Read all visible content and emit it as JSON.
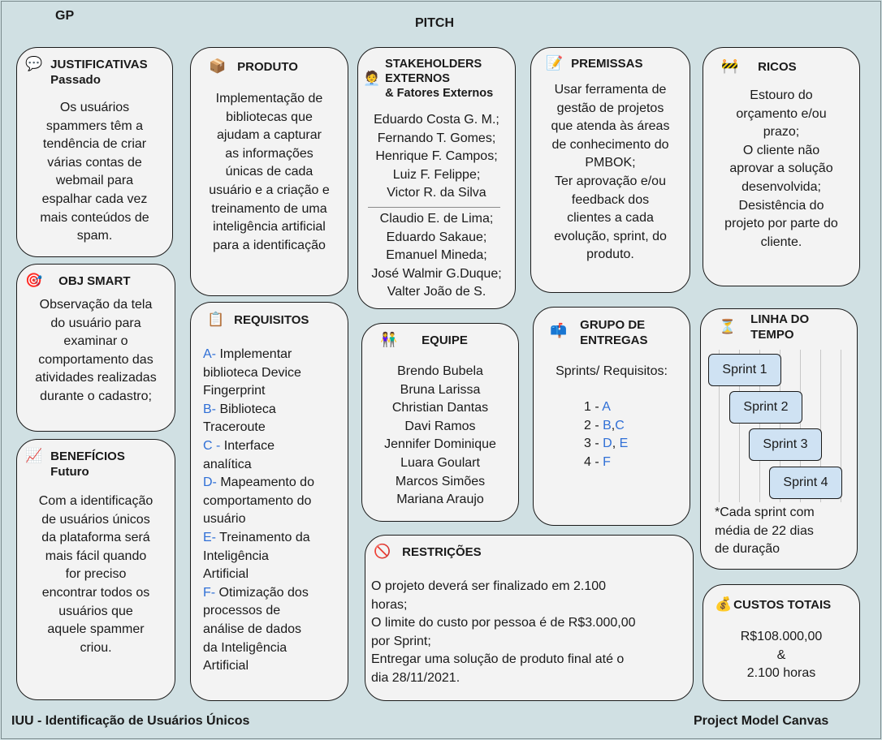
{
  "labels": {
    "corner": "GP",
    "center": "PITCH",
    "footer_left": "IUU - Identificação de Usuários Únicos",
    "footer_right": "Project Model Canvas"
  },
  "justificativas": {
    "icon": "speech-bubble-icon",
    "title": "JUSTIFICATIVAS",
    "subtitle": "Passado",
    "lines": [
      "Os usuários",
      "spammers têm a",
      "tendência de criar",
      "várias contas de",
      "webmail para",
      "espalhar cada vez",
      "mais conteúdos de",
      "spam."
    ]
  },
  "obj_smart": {
    "icon": "target-icon",
    "title": "OBJ SMART",
    "lines": [
      "Observação da tela",
      "do usuário para",
      "examinar o",
      "comportamento das",
      "atividades realizadas",
      "durante o cadastro;"
    ]
  },
  "beneficios": {
    "icon": "chart-icon",
    "title": "BENEFÍCIOS",
    "subtitle": "Futuro",
    "lines": [
      "Com a identificação",
      "de usuários únicos",
      "da plataforma será",
      "mais fácil quando",
      "for preciso",
      "encontrar todos os",
      "usuários que",
      "aquele spammer",
      "criou."
    ]
  },
  "produto": {
    "icon": "package-icon",
    "title": "PRODUTO",
    "lines": [
      "Implementação de",
      "bibliotecas que",
      "ajudam a capturar",
      "as informações",
      "únicas de cada",
      "usuário e a criação e",
      "treinamento de uma",
      "inteligência artificial",
      "para a identificação"
    ]
  },
  "requisitos": {
    "icon": "clipboard-icon",
    "title": "REQUISITOS",
    "items": [
      {
        "key": "A-",
        "lines": [
          " Implementar",
          "biblioteca Device",
          "Fingerprint"
        ]
      },
      {
        "key": "B-",
        "lines": [
          " Biblioteca",
          "Traceroute"
        ]
      },
      {
        "key": "C -",
        "lines": [
          " Interface",
          "analítica"
        ]
      },
      {
        "key": "D-",
        "lines": [
          " Mapeamento do",
          "comportamento do",
          "usuário"
        ]
      },
      {
        "key": "E-",
        "lines": [
          " Treinamento da",
          "Inteligência",
          "Artificial"
        ]
      },
      {
        "key": "F-",
        "lines": [
          " Otimização dos",
          "processos de",
          "análise de dados",
          "da Inteligência",
          "Artificial"
        ]
      }
    ]
  },
  "stakeholders": {
    "icon": "person-icon",
    "title_line1": "STAKEHOLDERS",
    "title_line2": "EXTERNOS",
    "subtitle": "& Fatores Externos",
    "group1": [
      "Eduardo Costa G. M.;",
      "Fernando T. Gomes;",
      "Henrique F. Campos;",
      "Luiz F. Felippe;",
      "Victor R. da Silva"
    ],
    "group2": [
      "Claudio E. de Lima;",
      "Eduardo Sakaue;",
      "Emanuel Mineda;",
      "José Walmir G.Duque;",
      "Valter João de S."
    ]
  },
  "equipe": {
    "icon": "team-icon",
    "title": "EQUIPE",
    "members": [
      "Brendo Bubela",
      "Bruna Larissa",
      "Christian Dantas",
      "Davi Ramos",
      "Jennifer Dominique",
      "Luara Goulart",
      "Marcos Simões",
      "Mariana Araujo"
    ]
  },
  "premissas": {
    "icon": "memo-icon",
    "title": "PREMISSAS",
    "lines": [
      "Usar  ferramenta de",
      "gestão de projetos",
      "que atenda às áreas",
      "de conhecimento do",
      "PMBOK;",
      "Ter aprovação e/ou",
      "feedback dos",
      "clientes a cada",
      "evolução, sprint, do",
      "produto."
    ]
  },
  "grupo_entregas": {
    "icon": "mailbox-icon",
    "title_line1": "GRUPO DE",
    "title_line2": "ENTREGAS",
    "header": "Sprints/ Requisitos:",
    "rows": [
      {
        "num": "1 -  ",
        "reqs": [
          "A"
        ],
        "seps": []
      },
      {
        "num": "2 - ",
        "reqs": [
          "B",
          "C"
        ],
        "seps": [
          ","
        ]
      },
      {
        "num": "3 - ",
        "reqs": [
          "D",
          "E"
        ],
        "seps": [
          ", "
        ]
      },
      {
        "num": "4 - ",
        "reqs": [
          "F"
        ],
        "seps": []
      }
    ]
  },
  "ricos": {
    "icon": "barrier-icon",
    "title": "RICOS",
    "lines": [
      "Estouro do",
      "orçamento e/ou",
      "prazo;",
      "O cliente não",
      "aprovar a solução",
      "desenvolvida;",
      "Desistência do",
      "projeto por parte do",
      "cliente."
    ]
  },
  "linha_tempo": {
    "icon": "hourglass-icon",
    "title_line1": "LINHA DO",
    "title_line2": "TEMPO",
    "sprints": [
      "Sprint 1",
      "Sprint 2",
      "Sprint 3",
      "Sprint 4"
    ],
    "note": [
      "*Cada sprint com",
      "média de 22 dias",
      "de duração"
    ]
  },
  "restricoes": {
    "icon": "prohibited-icon",
    "title": "RESTRIÇÕES",
    "lines": [
      "O projeto deverá ser finalizado em 2.100",
      "horas;",
      "O limite do custo por pessoa é de R$3.000,00",
      "por Sprint;",
      "Entregar uma solução de produto final até o",
      "dia 28/11/2021."
    ]
  },
  "custos": {
    "icon": "money-bag-icon",
    "title": "CUSTOS TOTAIS",
    "lines": [
      "R$108.000,00",
      "&",
      "2.100 horas"
    ]
  }
}
